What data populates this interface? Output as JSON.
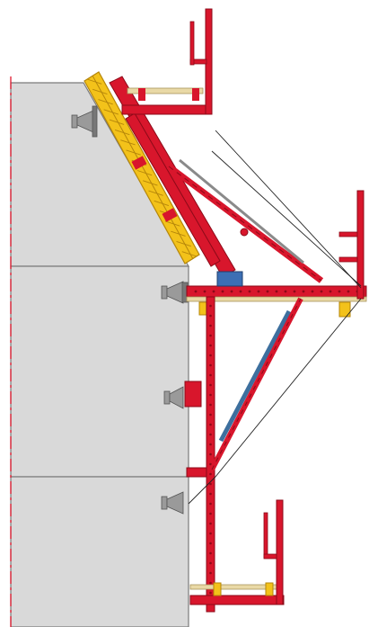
{
  "diagram": {
    "description_labels": [],
    "colors": {
      "background": "#ffffff",
      "wall": "#d9d9d9",
      "wall_edge": "#7a7a7a",
      "axis_line": "#e0192e",
      "frame_red": "#d8162c",
      "frame_dark": "#8c0a18",
      "formwork_yellow": "#f3c21a",
      "formwork_dark": "#b5860a",
      "plank_tan": "#e9d9a6",
      "strut_blue": "#3d6f9e",
      "hardware_grey": "#8a8a8a",
      "cable": "#222222",
      "anchor_blue": "#3c6fb4"
    },
    "components": [
      "concrete-wall",
      "inclined-wall-formwork",
      "top-working-platform",
      "main-bracket-platform",
      "diagonal-push-pull-prop",
      "vertical-suspension-post",
      "bottom-trailing-platform",
      "guard-rails",
      "wall-anchors",
      "tension-cables"
    ]
  }
}
